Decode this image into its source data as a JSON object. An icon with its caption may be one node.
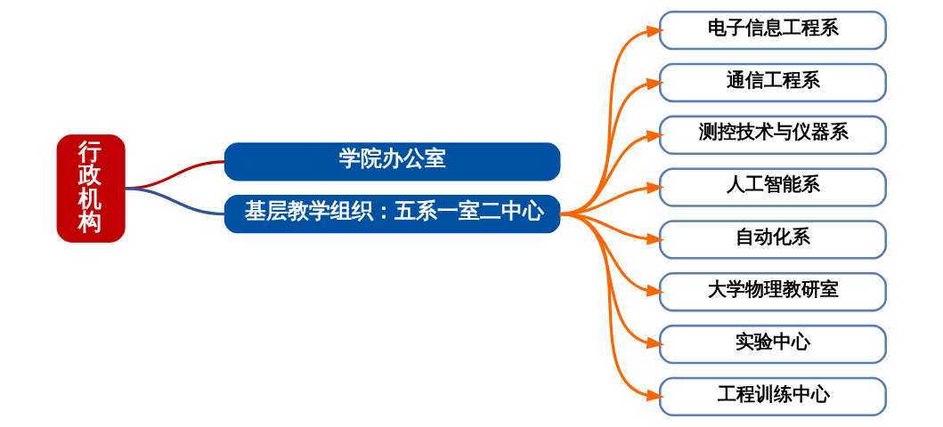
{
  "diagram": {
    "nodes": [
      {
        "text": [
          "行政机构"
        ]
      },
      {
        "text": [
          "学院办公室"
        ]
      },
      {
        "text": [
          "基层教学组织：五系一室二中心"
        ]
      },
      {
        "text": [
          "电子信息工程系"
        ]
      },
      {
        "text": [
          "通信工程系"
        ]
      },
      {
        "text": [
          "测控技术与仪器系"
        ]
      },
      {
        "text": [
          "人工智能系"
        ]
      },
      {
        "text": [
          "自动化系"
        ]
      },
      {
        "text": [
          "大学物理教研室"
        ]
      },
      {
        "text": [
          "实验中心"
        ]
      },
      {
        "text": [
          "工程训练中心"
        ]
      }
    ],
    "edges": [
      {
        "from": 0,
        "to": 1,
        "arrow": "none",
        "color": "#c00000"
      },
      {
        "from": 0,
        "to": 2,
        "arrow": "none",
        "color": "#2f5597"
      },
      {
        "from": 2,
        "to": 3,
        "arrow": "to",
        "color": "#ff6600"
      },
      {
        "from": 2,
        "to": 4,
        "arrow": "to",
        "color": "#ff6600"
      },
      {
        "from": 2,
        "to": 5,
        "arrow": "to",
        "color": "#ff6600"
      },
      {
        "from": 2,
        "to": 6,
        "arrow": "to",
        "color": "#ff6600"
      },
      {
        "from": 2,
        "to": 7,
        "arrow": "to",
        "color": "#ff6600"
      },
      {
        "from": 2,
        "to": 8,
        "arrow": "to",
        "color": "#ff6600"
      },
      {
        "from": 2,
        "to": 9,
        "arrow": "to",
        "color": "#ff6600"
      },
      {
        "from": 2,
        "to": 10,
        "arrow": "to",
        "color": "#ff6600"
      }
    ]
  }
}
